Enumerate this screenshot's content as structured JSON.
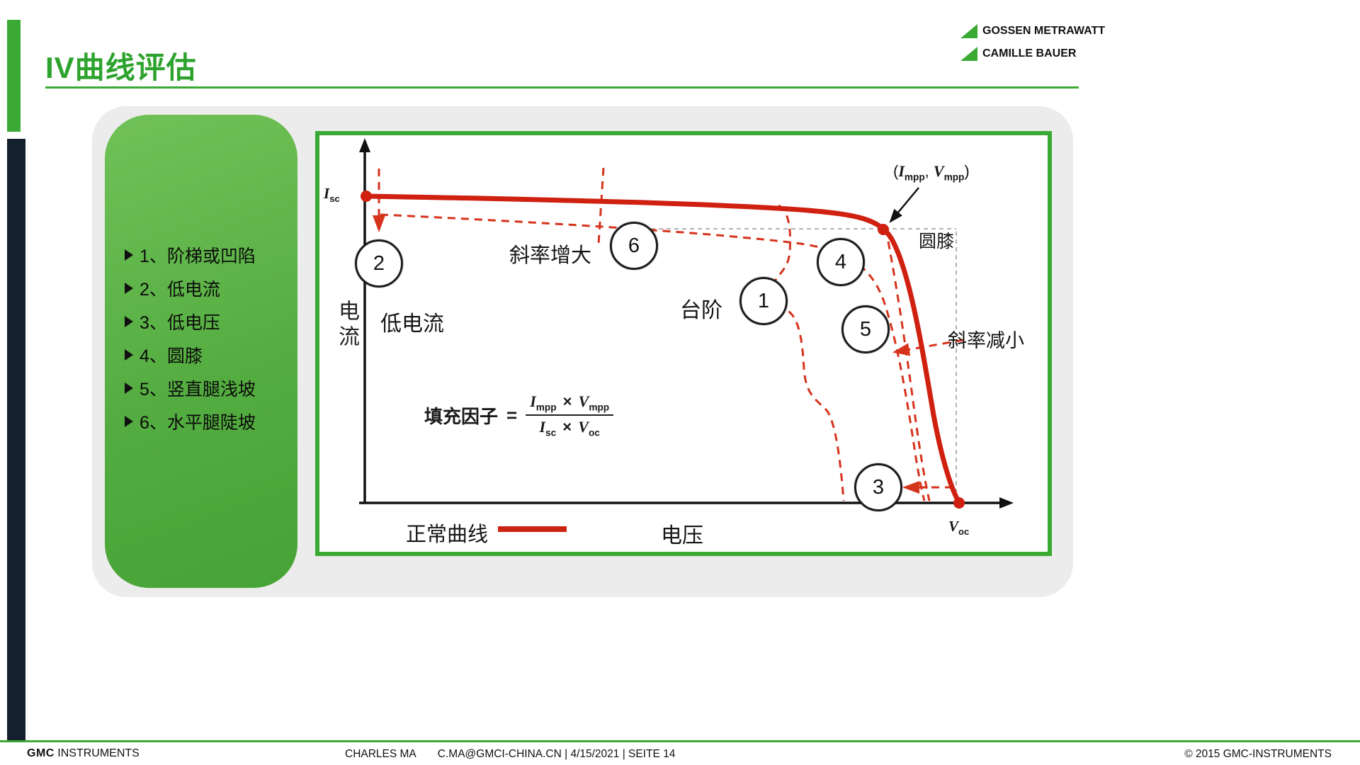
{
  "header": {
    "title": "IV曲线评估",
    "logos": {
      "line1": "GOSSEN METRAWATT",
      "line2": "CAMILLE BAUER"
    }
  },
  "colors": {
    "accent_green": "#3aaa35",
    "curve_red": "#cf2010",
    "sidebar_navy": "#14202e"
  },
  "defect_list": {
    "items": [
      {
        "text": "1、阶梯或凹陷"
      },
      {
        "text": "2、低电流"
      },
      {
        "text": "3、低电压"
      },
      {
        "text": "4、圆膝"
      },
      {
        "text": "5、竖直腿浅坡"
      },
      {
        "text": "6、水平腿陡坡"
      }
    ]
  },
  "chart": {
    "markers": [
      "1",
      "2",
      "3",
      "4",
      "5",
      "6"
    ],
    "labels": {
      "isc_main": "I",
      "isc_sub": "sc",
      "voc_main": "V",
      "voc_sub": "oc",
      "mpp_open": "(",
      "mpp_i": "I",
      "mpp_i_sub": "mpp",
      "mpp_sep": ", ",
      "mpp_v": "V",
      "mpp_v_sub": "mpp",
      "mpp_close": ")",
      "low_current": "低电流",
      "slope_increase": "斜率增大",
      "step": "台阶",
      "round_knee": "圆膝",
      "slope_decrease": "斜率减小",
      "x_axis": "电压",
      "y_axis": "电流",
      "legend_normal": "正常曲线"
    },
    "formula": {
      "name": "填充因子",
      "eq": "=",
      "num_i": "I",
      "num_i_sub": "mpp",
      "times1": "×",
      "num_v": "V",
      "num_v_sub": "mpp",
      "den_i": "I",
      "den_i_sub": "sc",
      "times2": "×",
      "den_v": "V",
      "den_v_sub": "oc"
    }
  },
  "footer": {
    "brand_bold": "GMC",
    "brand_rest": " INSTRUMENTS",
    "author": "CHARLES MA",
    "meta": "C.MA@GMCI-CHINA.CN | 4/15/2021 | SEITE 14",
    "copyright": "© 2015 GMC-INSTRUMENTS"
  }
}
